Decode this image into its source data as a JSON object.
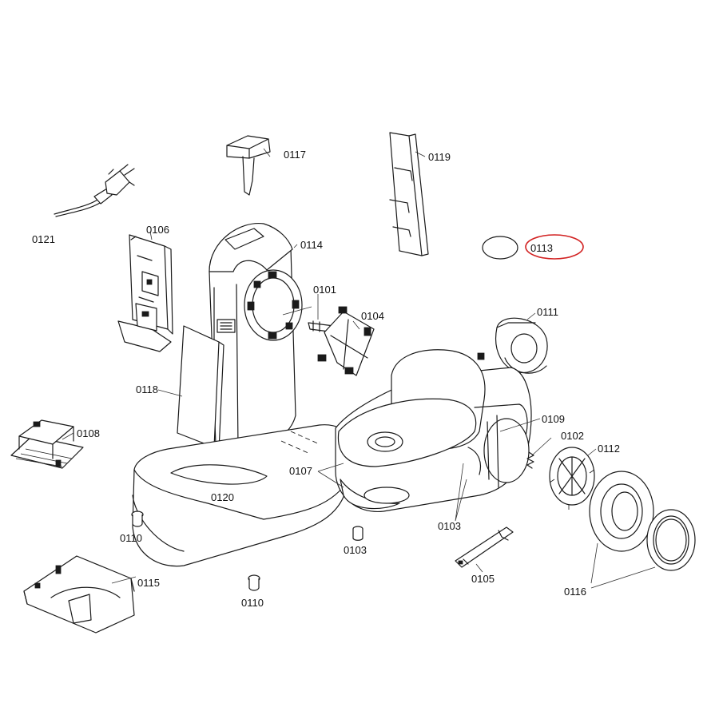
{
  "parts": [
    {
      "id": "p0121",
      "label": "0121"
    },
    {
      "id": "p0117",
      "label": "0117"
    },
    {
      "id": "p0119",
      "label": "0119"
    },
    {
      "id": "p0106",
      "label": "0106"
    },
    {
      "id": "p0114",
      "label": "0114"
    },
    {
      "id": "p0113",
      "label": "0113"
    },
    {
      "id": "p0101",
      "label": "0101"
    },
    {
      "id": "p0104",
      "label": "0104"
    },
    {
      "id": "p0111",
      "label": "0111"
    },
    {
      "id": "p0118",
      "label": "0118"
    },
    {
      "id": "p0109",
      "label": "0109"
    },
    {
      "id": "p0108",
      "label": "0108"
    },
    {
      "id": "p0102",
      "label": "0102"
    },
    {
      "id": "p0112",
      "label": "0112"
    },
    {
      "id": "p0107",
      "label": "0107"
    },
    {
      "id": "p0120",
      "label": "0120"
    },
    {
      "id": "p0103a",
      "label": "0103"
    },
    {
      "id": "p0110a",
      "label": "0110"
    },
    {
      "id": "p0103b",
      "label": "0103"
    },
    {
      "id": "p0105",
      "label": "0105"
    },
    {
      "id": "p0115",
      "label": "0115"
    },
    {
      "id": "p0116",
      "label": "0116"
    },
    {
      "id": "p0110b",
      "label": "0110"
    }
  ],
  "highlight": {
    "part": "0113",
    "color": "#d22222"
  },
  "colors": {
    "ink": "#1a1a1a",
    "background": "#ffffff"
  }
}
